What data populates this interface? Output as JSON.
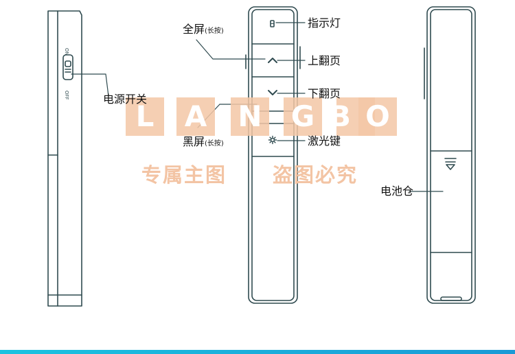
{
  "labels": {
    "power_switch": "电源开关",
    "indicator": "指示灯",
    "fullscreen": "全屏",
    "fullscreen_note": "(长按)",
    "page_up": "上翻页",
    "page_down": "下翻页",
    "blackscreen": "黑屏",
    "blackscreen_note": "(长按)",
    "laser_key": "激光键",
    "battery": "电池仓"
  },
  "switch_marks": {
    "on": "ON",
    "off": "OFF"
  },
  "watermark": {
    "letters": [
      "L",
      "A",
      "N",
      "G",
      "B",
      "O"
    ],
    "line1": "专属主图",
    "line2": "盗图必究"
  },
  "colors": {
    "outline": "#2f4a4f",
    "watermark": "#f3c7a6",
    "accent_bar": "#1cc3e0"
  }
}
